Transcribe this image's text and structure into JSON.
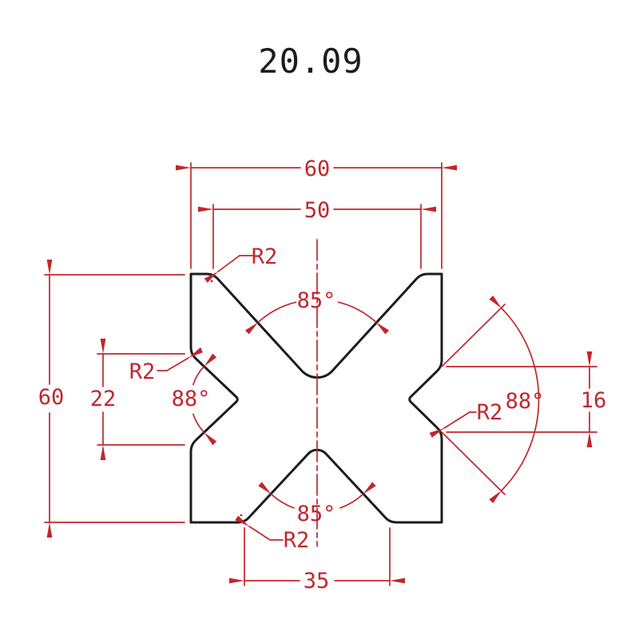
{
  "title": "20.09",
  "colors": {
    "dimension": "#c0272d",
    "outline": "#1c1c1c",
    "background": "#ffffff"
  },
  "dimensions": {
    "overall_width": "60",
    "top_vee_width": "50",
    "overall_height": "60",
    "left_vee_height": "22",
    "right_vee_height": "16",
    "bottom_vee_width": "35",
    "top_vee_angle": "85°",
    "bottom_vee_angle": "85°",
    "left_vee_angle": "88°",
    "right_vee_angle": "88°"
  },
  "radii": {
    "top": "R2",
    "left": "R2",
    "right": "R2",
    "bottom": "R2"
  }
}
